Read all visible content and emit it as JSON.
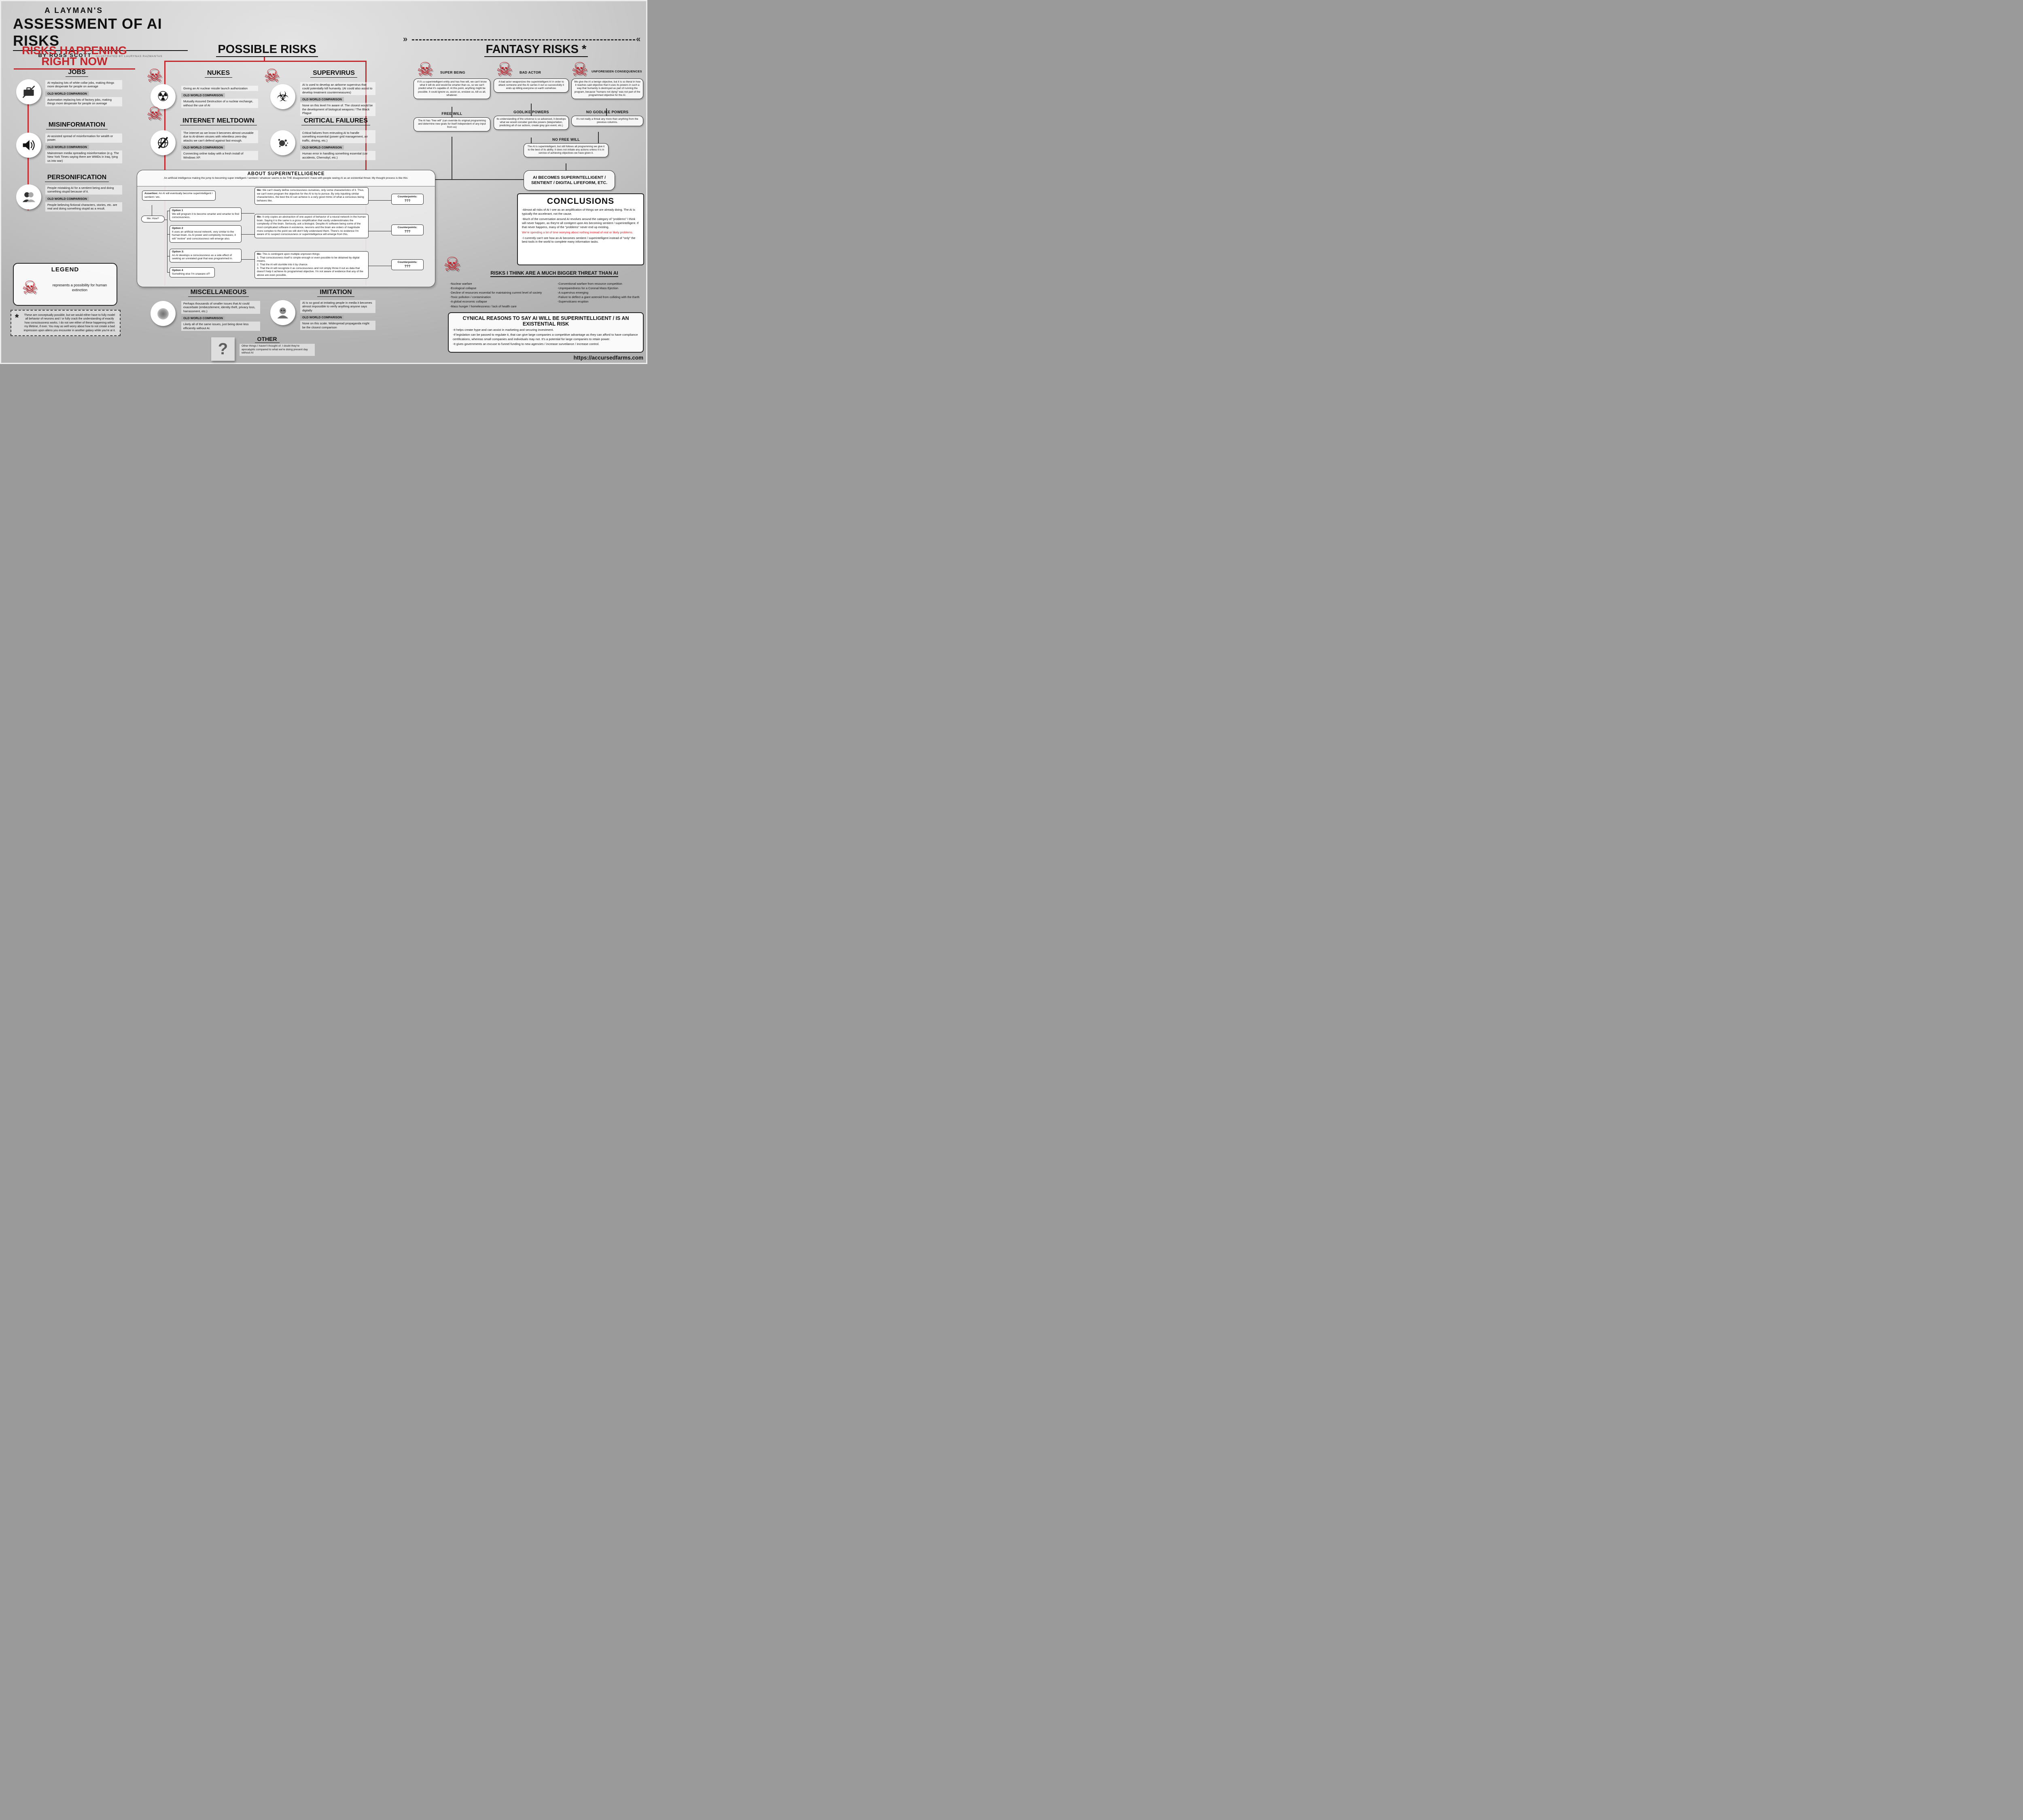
{
  "poster": {
    "kicker": "A LAYMAN'S",
    "title": "ASSESSMENT OF AI RISKS",
    "byline": "BY ROSS SCOTT",
    "illustrated": "ILLUSTRATED BY LAURYNAS RAZMANTAS",
    "url": "https://accursedfarms.com",
    "owc_label": "OLD WORLD COMPARISON",
    "footnote_mark": "*",
    "footnote": "These are conceptually possible, but we would either have to fully model all behavior of neurons and / or fully crack the understanding of exactly how consciousness works. I do not see either of these happening within my lifetime, if ever. You may as well worry about how to not create a bad impression upon aliens you encounter in another galaxy while you're at it.",
    "legend": {
      "title": "LEGEND",
      "skull_icon": "skull-crossbones-icon",
      "text": "represents a possibility for human extinction"
    },
    "colors": {
      "accent_red": "#c1272d",
      "text": "#111111",
      "background_top": "#e4e4e4",
      "background_bottom": "#b2b2b2"
    }
  },
  "columns": {
    "now": {
      "heading_line1": "RISKS HAPPENING",
      "heading_line2": "RIGHT NOW",
      "sections": [
        {
          "title": "JOBS",
          "icon": "briefcase-slash-icon",
          "desc": "AI replacing lots of white collar jobs, making things more desperate for people on average",
          "owc": "Automation replacing lots of factory jobs, making things more desperate for people on average"
        },
        {
          "title": "MISINFORMATION",
          "icon": "speaker-icon",
          "desc": "AI-assisted spread of misinformation for wealth or power.",
          "owc": "Mainstream media spreading misinformation (e.g. The New York Times saying there are WMDs in Iraq, lying us into war)"
        },
        {
          "title": "PERSONIFICATION",
          "icon": "two-heads-icon",
          "desc": "People mistaking AI for a sentient being and doing something stupid because of it.",
          "owc": "People believing fictional characters, stories, etc. are real and doing something stupid as a result."
        }
      ]
    },
    "possible": {
      "heading": "POSSIBLE RISKS",
      "sections": [
        {
          "title": "NUKES",
          "icon": "radiation-icon",
          "extinction": true,
          "desc": "Giving an AI nuclear missile launch authorization",
          "owc": "Mutually Assured Destruction of a nuclear exchange, without the use of AI"
        },
        {
          "title": "SUPERVIRUS",
          "icon": "biohazard-icon",
          "extinction": true,
          "desc": "AI is used to develop an airborne supervirus that could potentially kill humanity. (AI could also assist to develop treatment countermeasures)",
          "owc": "None on this level I'm aware of. The closest would be the development of biological weapons / The Black Plague"
        },
        {
          "title": "INTERNET MELTDOWN",
          "icon": "broken-globe-icon",
          "extinction": true,
          "desc": "The internet as we know it becomes almost unusable due to AI-driven viruses with relentless zero-day attacks we can't defend against fast enough.",
          "owc": "Connecting online today with a fresh install of Windows XP."
        },
        {
          "title": "CRITICAL FAILURES",
          "icon": "splat-icon",
          "extinction": false,
          "desc": "Critical failures from entrusting AI to handle something essential (power grid management, air traffic, driving, etc.)",
          "owc": "Human error in handling something essential (car accidents, Chernobyl, etc.)"
        },
        {
          "title": "MISCELLANEOUS",
          "icon": "static-blob-icon",
          "extinction": false,
          "desc": "Perhaps thousands of smaller issues that AI could exacerbate (embezzlement, identity theft, privacy loss, harrassment, etc.)",
          "owc": "Likely all of the same issues, just being done less efficiently without AI."
        },
        {
          "title": "IMITATION",
          "icon": "face-icon",
          "extinction": false,
          "desc": "AI is so good at imitating people in media it becomes almost impossible to verify anything anyone says digitally",
          "owc": "None on this scale. Widespread propaganda might be the closest comparison"
        }
      ],
      "other": {
        "title": "OTHER",
        "icon": "question-mark-icon",
        "desc": "Other things I haven't thought of. I doubt they're apocalyptic compared to what we're doing present day without AI"
      },
      "superintelligence": {
        "title": "ABOUT SUPERINTELLIGENCE",
        "intro": "An artificial intelligence making the jump to becoming super intelligent / sentient / whatever seems to be THE disagreement I have with people seeing AI as an existential threat. My thought process is like this:",
        "assertion_label": "Assertion:",
        "assertion": "An AI will eventually become superintelligent / sentient / etc.",
        "me_how": "Me: How?",
        "options": [
          {
            "label": "Option 1",
            "text": "We will program it to become smarter and smarter to find consciousness."
          },
          {
            "label": "Option 2",
            "text": "It uses an artificial neural network, very similar to the human brain. As AI power and complexity increases, it will \"evolve\" and consciousness will emerge also."
          },
          {
            "label": "Option 3:",
            "text": "An AI develops a consciousness as a side effect of seeking an unrelated goal that was programmed in."
          },
          {
            "label": "Option 4",
            "text": "Something else I'm unaware of?"
          }
        ],
        "responses": [
          {
            "label": "Me:",
            "text": "We can't clearly define consciousness ourselves, only some characteristics of it. Thus, we can't even program the objective for the AI to try to pursue. By only inputting similar characteristics, the best the AI can achieve is a very good mimic of what a conscious being behaves like."
          },
          {
            "label": "Me:",
            "text": "It only copies an abstraction of one aspect of behavior of a neural network in the human brain. Saying it is the same is a gross simplification that vastly underestimates the complexity of the brain. Seriously, ask a biologist. Despite AI software being some of the most complicated software in existence, neurons and the brain are orders of magnitude more complex to the point we still don't fully understand them. There's no evidence I'm aware of to suspect consciousness or superintelligence will emerge from this."
          },
          {
            "label": "Me:",
            "text": "This is contingent upon multiple unproven things:\n1. That consciousness itself is simple enough or even possible to be obtained by digital means.\n2. That the AI will stumble into it by chance.\n3. That the AI will recognize it as consciousness and not simply throw it out as data that doesn't help it achieve its programmed objective. I'm not aware of evidence that any of the above are even possible."
          }
        ],
        "counterpoints_label": "Counterpoints:",
        "counterpoints_value": "???"
      }
    },
    "fantasy": {
      "heading": "FANTASY RISKS *",
      "branches": [
        {
          "title": "SUPER BEING",
          "text": "If it's a superintelligent entity and has free will, we can't know what it will do and would be smarter than us, so we can't predict what it's capable of. At this point, anything might be possible. It could ignore us, assist us, enslave us, kill us all, whatever."
        },
        {
          "title": "BAD ACTOR",
          "text": "A bad actor weaponizes the superintelligent AI in order to attack someone and the AI carries it out so successfully it ends up killing everyone on earth somehow."
        },
        {
          "title": "UNFORESEEN CONSEQUENCES",
          "text": "We give the AI a benign objective, but it is so literal in how it reaches said objective that it uses its powers in such a way that humanity is destroyed as part of running the program, because \"humans not dying\" was not part of the programmed objective for the AI."
        }
      ],
      "nodes": [
        {
          "title": "FREE WILL",
          "text": "The AI has \"free will\" (can override its original programming and determine new goals for itself independent of any input from us)"
        },
        {
          "title": "GODLIKE POWERS",
          "text": "Its understanding of the universe is so advanced, it develops what we would consider god-like powers (teleportation, predicting all of our actions, create grey goo event, etc.)"
        },
        {
          "title": "NO GODLIKE POWERS",
          "text": "It's not really a threat any more than anything from the previous columns."
        },
        {
          "title": "NO FREE WILL",
          "text": "The AI is superintelligent, but still follows all programming we give it to the best of its ability. It does not initiate any actions unless it is in service of achieving objectives we have given it."
        }
      ],
      "root": "AI BECOMES SUPERINTELLIGENT / SENTIENT / DIGITAL LIFEFORM, ETC."
    },
    "conclusions": {
      "title": "CONCLUSIONS",
      "paragraphs": [
        "-Almost all risks of AI I see as an amplification of things we are already doing. The AI is typically the accelerant, not the cause.",
        "-Much of the conversation around AI revolves around the category of \"problems\" I think will never happen, as they're all contigent upon AIs becoming sentient / superintelligent. If that never happens, many of the \"problems\" never end up existing.",
        "We're spending a lot of time worrying about nothing instead of real or likely problems.",
        "-I currently can't see how an AI becomes sentient / superintelligent instead of \"only\" the best tools in the world to complete many information tasks."
      ]
    },
    "bigger_threats": {
      "title": "RISKS I THINK ARE A MUCH BIGGER THREAT THAN AI",
      "left": [
        "-Nuclear warfare",
        "-Ecological collapse",
        "-Decline of resources essential for maintaining current level of society",
        "-Toxic pollution / contamination",
        "-A global economic collapse",
        "-Mass hunger / homelessness / lack of health care"
      ],
      "right": [
        "-Conventional warfare from resource competition",
        "-Unpreparedness for a Coronal Mass Ejection",
        "-A supervirus emerging",
        "-Failure to deflect a giant asteroid from colliding with the Earth",
        "-Supervolcano eruption"
      ]
    },
    "cynical": {
      "title": "CYNICAL REASONS TO SAY AI WILL BE SUPERINTELLIGENT / IS AN EXISTENTIAL RISK",
      "items": [
        "-It helps create hype and can assist in marketing and securing investment.",
        "-If legislation can be passed to regulate it, that can give large companies a competitive advantage as they can afford to have compliance certifications, whereas small companies and individuals may not. It's a potential for large companies to retain power.",
        "-It gives governments an excuse to funnel funding to new agencies / increase surveilance / increase control."
      ]
    }
  }
}
